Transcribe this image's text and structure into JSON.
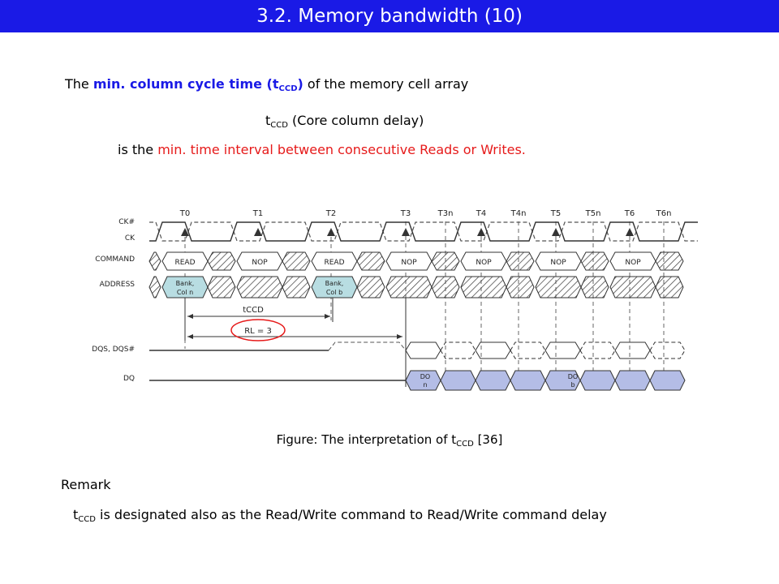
{
  "title": "3.2.  Memory bandwidth (10)",
  "line1": {
    "pre": "The ",
    "emph1": "min. column cycle time (t",
    "emph_sub": "CCD",
    "emph2": ")",
    "post": " of the memory cell array"
  },
  "line2": {
    "t": "t",
    "sub": "CCD",
    "rest": "  (Core column delay)"
  },
  "line3": {
    "pre": "is the ",
    "emph": "min. time interval between consecutive Reads or Writes."
  },
  "figure": {
    "clock_labels": [
      "T0",
      "T1",
      "T2",
      "T3",
      "T3n",
      "T4",
      "T4n",
      "T5",
      "T5n",
      "T6",
      "T6n"
    ],
    "signal_labels": [
      "CK#",
      "CK",
      "COMMAND",
      "ADDRESS",
      "DQS, DQS#",
      "DQ"
    ],
    "commands": [
      "READ",
      "NOP",
      "READ",
      "NOP",
      "NOP",
      "NOP",
      "NOP"
    ],
    "address_a": [
      "Bank,",
      "Col n"
    ],
    "address_b": [
      "Bank,",
      "Col b"
    ],
    "tccd_label": "tCCD",
    "rl_label": "RL = 3",
    "do_a": [
      "DO",
      "n"
    ],
    "do_b": [
      "DO",
      "b"
    ]
  },
  "caption": {
    "pre": "Figure: The interpretation of t",
    "sub": "CCD",
    "post": "  [36]"
  },
  "remark_heading": "Remark",
  "remark": {
    "t": "t",
    "sub": "CCD",
    "rest": " is designated also as the Read/Write command to Read/Write command delay"
  },
  "colors": {
    "title_bg": "#1a1ae6",
    "emphasis_blue": "#1a1ae6",
    "emphasis_red": "#e61a1a",
    "address_fill": "#b8dde2",
    "dq_fill": "#b4bde6"
  }
}
